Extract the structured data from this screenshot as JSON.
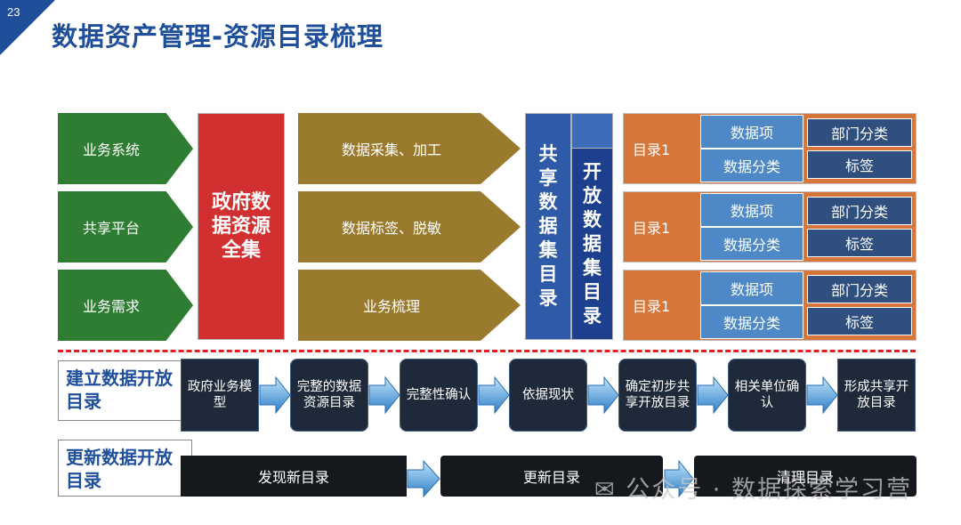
{
  "page_number": "23",
  "title": "数据资产管理-资源目录梳理",
  "sources": [
    "业务系统",
    "共享平台",
    "业务需求"
  ],
  "resource_pool": "政府数据资源全集",
  "processes": [
    "数据采集、加工",
    "数据标签、脱敏",
    "业务梳理"
  ],
  "shared_catalog": "共享数据集目录",
  "open_catalog": "开放数据集目录",
  "catalogs": [
    {
      "label": "目录1",
      "items": [
        "数据项",
        "数据分类"
      ],
      "tags": [
        "部门分类",
        "标签"
      ]
    },
    {
      "label": "目录1",
      "items": [
        "数据项",
        "数据分类"
      ],
      "tags": [
        "部门分类",
        "标签"
      ]
    },
    {
      "label": "目录1",
      "items": [
        "数据项",
        "数据分类"
      ],
      "tags": [
        "部门分类",
        "标签"
      ]
    }
  ],
  "build_row": {
    "label": "建立数据开放目录",
    "steps": [
      "政府业务模型",
      "完整的数据资源目录",
      "完整性确认",
      "依据现状",
      "确定初步共享开放目录",
      "相关单位确认",
      "形成共享开放目录"
    ]
  },
  "update_row": {
    "label": "更新数据开放目录",
    "steps": [
      "发现新目录",
      "更新目录",
      "清理目录"
    ]
  },
  "watermark": "公众号 · 数据探索学习营",
  "colors": {
    "title": "#1f4e9a",
    "green": "#2e7d32",
    "olive": "#9a7b2e",
    "red": "#d23030",
    "orange": "#d6763a",
    "blue": "#4f88c6",
    "navy": "#2f4f7f",
    "dark": "#1e2a3a"
  }
}
